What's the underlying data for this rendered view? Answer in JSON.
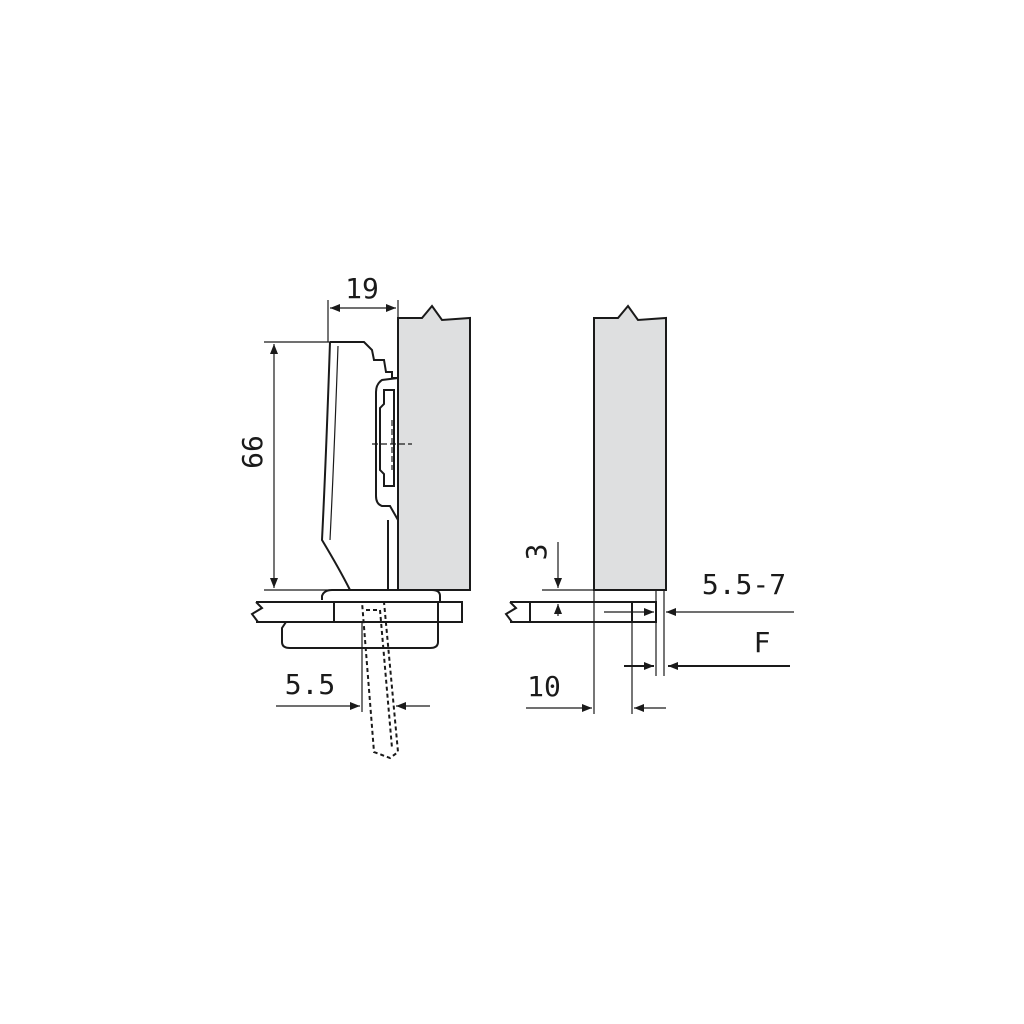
{
  "colors": {
    "panel_fill": "#dedfe0",
    "line": "#1a1a1a",
    "background": "#ffffff"
  },
  "dimensions": {
    "width_top": "19",
    "height_left": "66",
    "offset_left": "5.5",
    "gap_top": "3",
    "overlay_range": "5.5-7",
    "force_label": "F",
    "distance_bottom": "10"
  }
}
